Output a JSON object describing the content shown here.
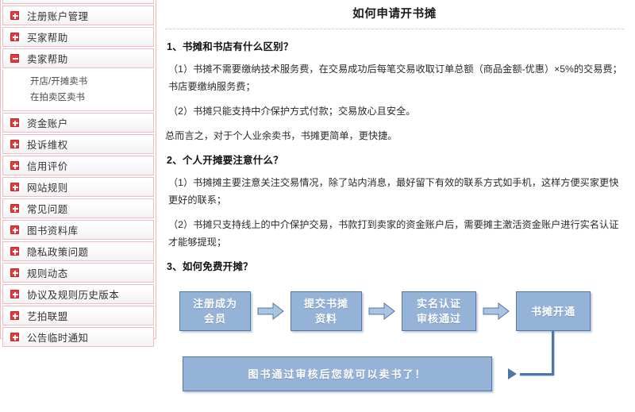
{
  "sidebar": {
    "items": [
      {
        "label": "注册账户管理",
        "icon": "plus-icon",
        "expanded": false
      },
      {
        "label": "买家帮助",
        "icon": "plus-icon",
        "expanded": false
      },
      {
        "label": "卖家帮助",
        "icon": "minus-icon",
        "expanded": true,
        "children": [
          "开店/开摊卖书",
          "在拍卖区卖书"
        ]
      },
      {
        "label": "资金账户",
        "icon": "plus-icon",
        "expanded": false
      },
      {
        "label": "投诉维权",
        "icon": "plus-icon",
        "expanded": false
      },
      {
        "label": "信用评价",
        "icon": "plus-icon",
        "expanded": false
      },
      {
        "label": "网站规则",
        "icon": "plus-icon",
        "expanded": false
      },
      {
        "label": "常见问题",
        "icon": "plus-icon",
        "expanded": false
      },
      {
        "label": "图书资料库",
        "icon": "plus-icon",
        "expanded": false
      },
      {
        "label": "隐私政策问题",
        "icon": "plus-icon",
        "expanded": false
      },
      {
        "label": "规则动态",
        "icon": "plus-icon",
        "expanded": false
      },
      {
        "label": "协议及规则历史版本",
        "icon": "plus-icon",
        "expanded": false
      },
      {
        "label": "艺拍联盟",
        "icon": "plus-icon",
        "expanded": false
      },
      {
        "label": "公告临时通知",
        "icon": "plus-icon",
        "expanded": false
      }
    ]
  },
  "main": {
    "title": "如何申请开书摊",
    "sections": [
      {
        "heading": "1、书摊和书店有什么区别？",
        "paragraphs": [
          "（1）书摊不需要缴纳技术服务费，在交易成功后每笔交易收取订单总额（商品金额-优惠）×5%的交易费；书店要缴纳服务费；",
          "（2）书摊只能支持中介保护方式付款；交易放心且安全。",
          "总而言之，对于个人业余卖书，书摊更简单，更快捷。"
        ]
      },
      {
        "heading": "2、个人开摊要注意什么？",
        "paragraphs": [
          "（1）书摊摊主要注意关注交易情况，除了站内消息，最好留下有效的联系方式如手机，这样方便买家更快更好的联系；",
          "（2）书摊只支持线上的中介保护交易，书款打到卖家的资金账户后，需要摊主激活资金账户进行实名认证才能够提现；"
        ]
      },
      {
        "heading": "3、如何免费开摊？",
        "paragraphs": []
      }
    ]
  },
  "flowchart": {
    "box_fill": "#95b3d7",
    "box_border": "#4f7aa8",
    "connector_color": "#4a77a8",
    "steps": [
      "注册成为\n会员",
      "提交书摊\n资料",
      "实名认证\n审核通过",
      "书摊开通"
    ],
    "result": "图书通过审核后您就可以卖书了！"
  }
}
